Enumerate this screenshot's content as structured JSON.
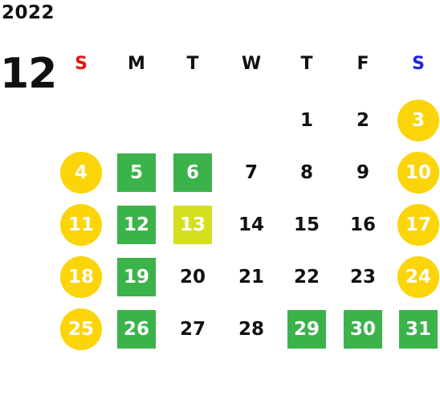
{
  "year": "2022",
  "month": "12",
  "weekdays": [
    {
      "label": "S",
      "color": "#e8130f"
    },
    {
      "label": "M",
      "color": "#111111"
    },
    {
      "label": "T",
      "color": "#111111"
    },
    {
      "label": "W",
      "color": "#111111"
    },
    {
      "label": "T",
      "color": "#111111"
    },
    {
      "label": "F",
      "color": "#111111"
    },
    {
      "label": "S",
      "color": "#1a26e0"
    }
  ],
  "colors": {
    "weekend": "#fcd40a",
    "green": "#3bb34a",
    "lime": "#d4e01e",
    "text": "#111111"
  },
  "weeks": [
    [
      null,
      null,
      null,
      null,
      {
        "day": "1"
      },
      {
        "day": "2"
      },
      {
        "day": "3",
        "style": "weekend"
      }
    ],
    [
      {
        "day": "4",
        "style": "weekend"
      },
      {
        "day": "5",
        "style": "green"
      },
      {
        "day": "6",
        "style": "green"
      },
      {
        "day": "7"
      },
      {
        "day": "8"
      },
      {
        "day": "9"
      },
      {
        "day": "10",
        "style": "weekend"
      }
    ],
    [
      {
        "day": "11",
        "style": "weekend"
      },
      {
        "day": "12",
        "style": "green"
      },
      {
        "day": "13",
        "style": "lime"
      },
      {
        "day": "14"
      },
      {
        "day": "15"
      },
      {
        "day": "16"
      },
      {
        "day": "17",
        "style": "weekend"
      }
    ],
    [
      {
        "day": "18",
        "style": "weekend"
      },
      {
        "day": "19",
        "style": "green"
      },
      {
        "day": "20"
      },
      {
        "day": "21"
      },
      {
        "day": "22"
      },
      {
        "day": "23"
      },
      {
        "day": "24",
        "style": "weekend"
      }
    ],
    [
      {
        "day": "25",
        "style": "weekend"
      },
      {
        "day": "26",
        "style": "green"
      },
      {
        "day": "27"
      },
      {
        "day": "28"
      },
      {
        "day": "29",
        "style": "green"
      },
      {
        "day": "30",
        "style": "green"
      },
      {
        "day": "31",
        "style": "green"
      }
    ]
  ]
}
